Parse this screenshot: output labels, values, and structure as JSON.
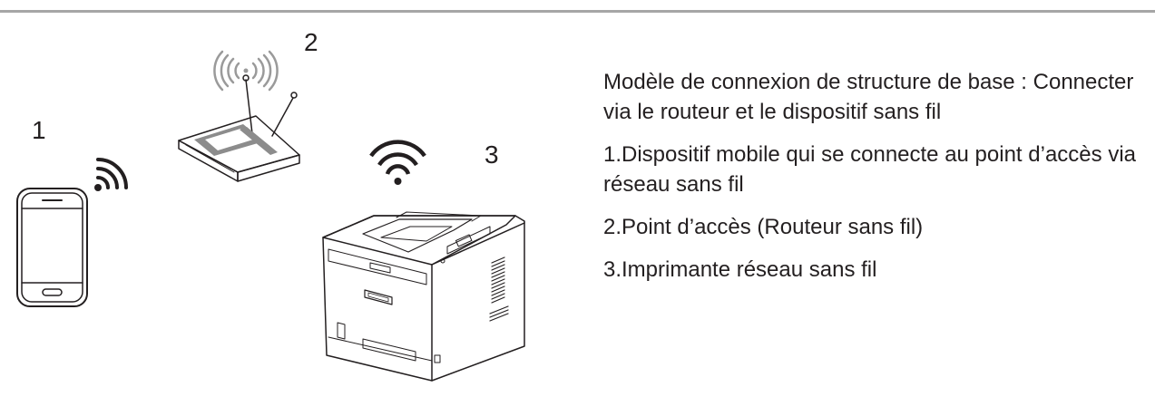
{
  "diagram": {
    "labels": {
      "device": "1",
      "router": "2",
      "printer": "3"
    }
  },
  "description": {
    "title": "Modèle de connexion de structure de base : Connecter via le routeur et le dispositif sans fil",
    "items": [
      "1.Dispositif mobile qui se connecte au point d’accès via réseau sans fil",
      "2.Point d’accès (Routeur sans fil)",
      "3.Imprimante réseau sans fil"
    ]
  },
  "colors": {
    "rule": "#a6a6a6",
    "text": "#231f20",
    "router_stripe": "#8c8c8c",
    "signal_gray": "#9a9a9a"
  }
}
